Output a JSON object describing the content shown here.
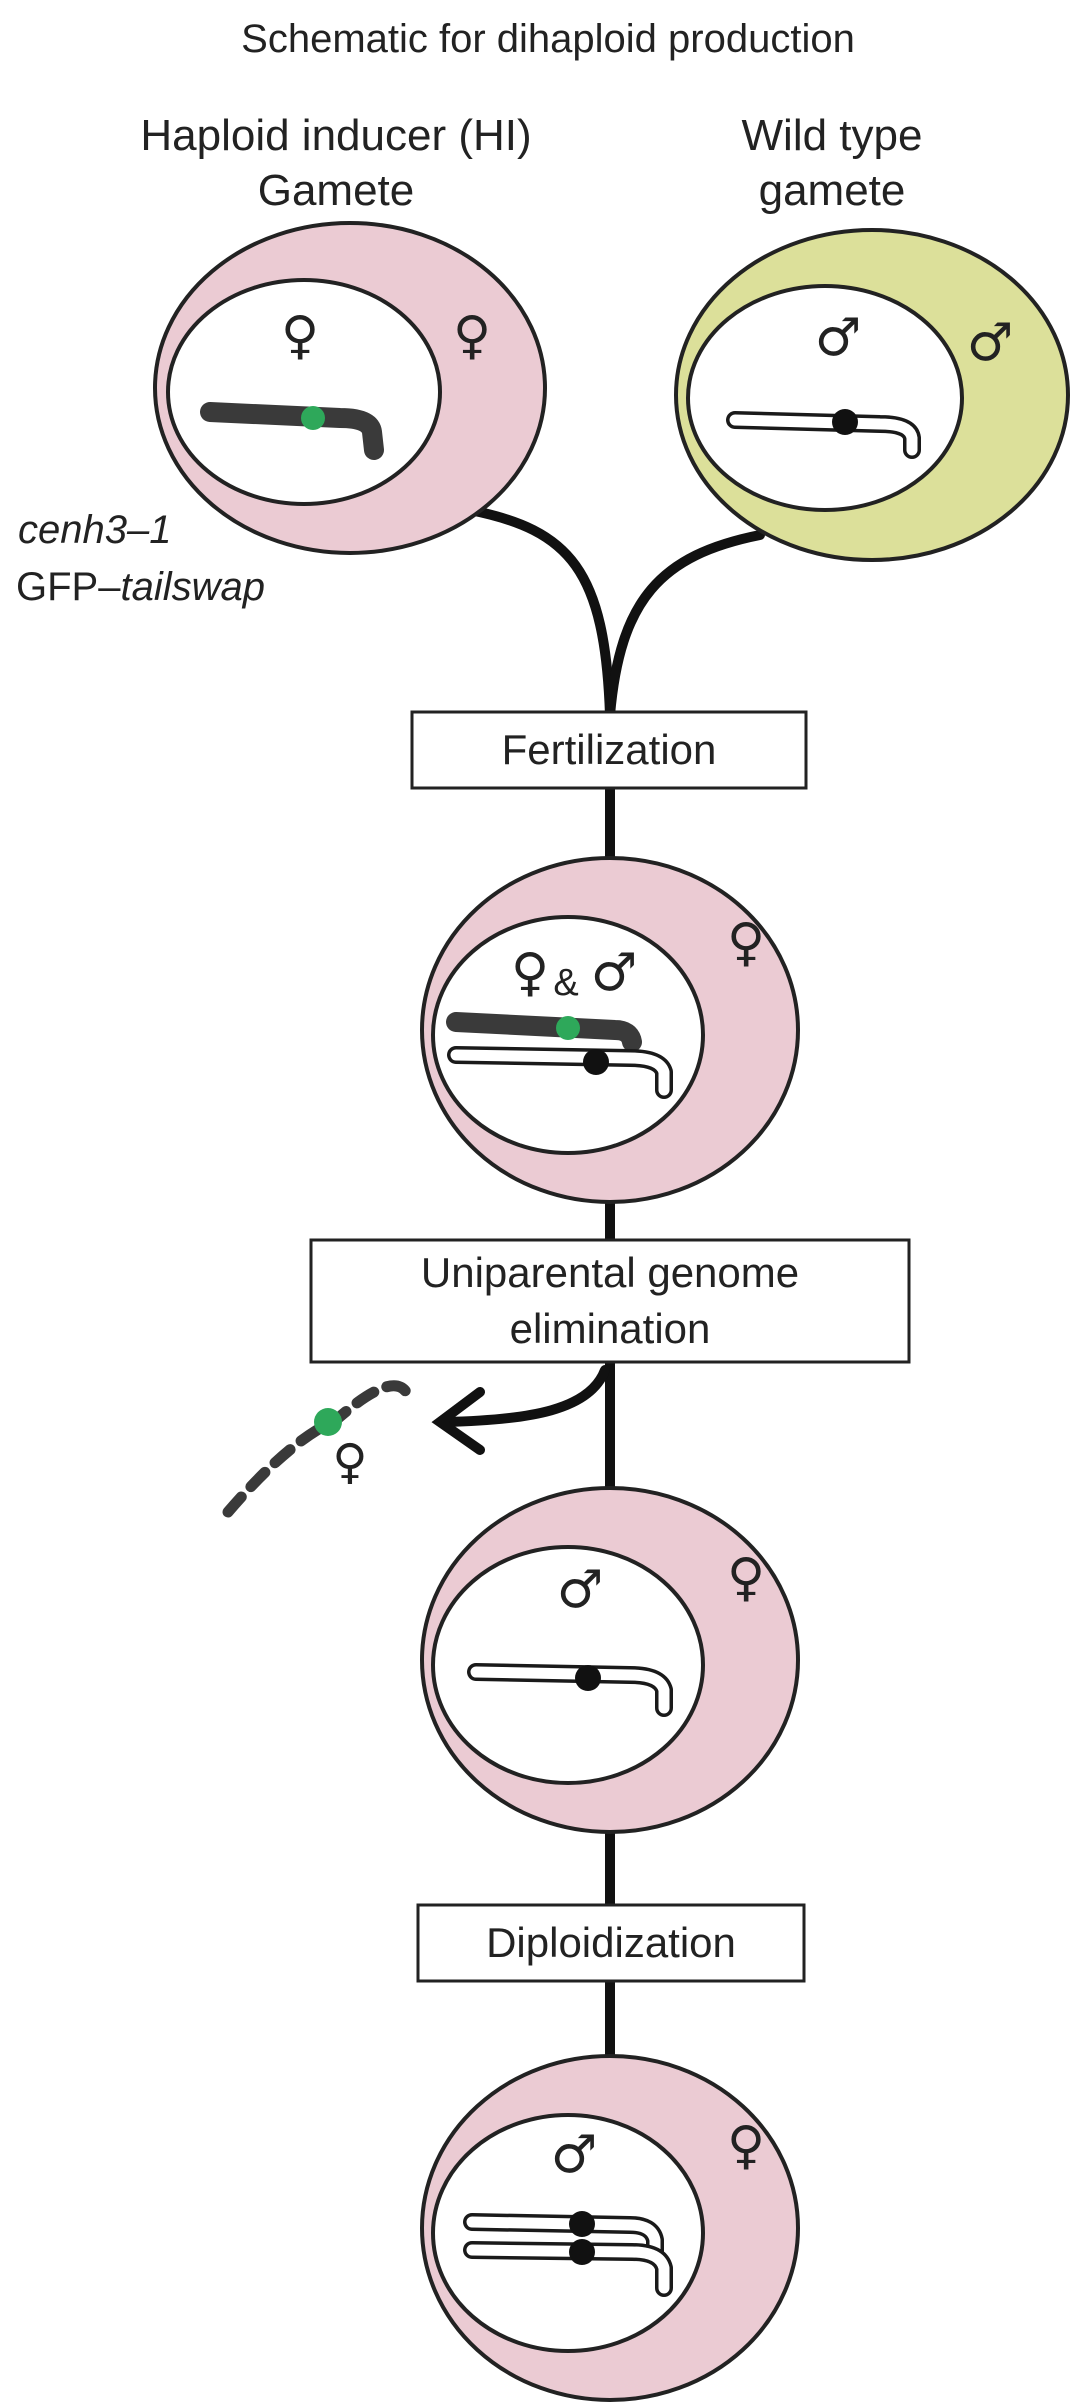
{
  "title": "Schematic for dihaploid production",
  "left_gamete": {
    "line1": "Haploid inducer (HI)",
    "line2": "Gamete"
  },
  "right_gamete": {
    "line1": "Wild type",
    "line2": "gamete"
  },
  "genotype": {
    "line1": "cenh3–1",
    "line2_prefix": "GFP–",
    "line2_italic": "tailswap"
  },
  "steps": {
    "fertilization": "Fertilization",
    "elimination_line1": "Uniparental genome",
    "elimination_line2": "elimination",
    "diploidization": "Diploidization"
  },
  "symbols": {
    "female": "♀",
    "male": "♂",
    "ampersand": "&"
  },
  "colors": {
    "hi_cell": "#EBCBD3",
    "wt_cell": "#DCE09A",
    "gfp_centromere": "#2EA85A",
    "centromere": "#111111",
    "chromosome_dark": "#3A3A3A"
  }
}
